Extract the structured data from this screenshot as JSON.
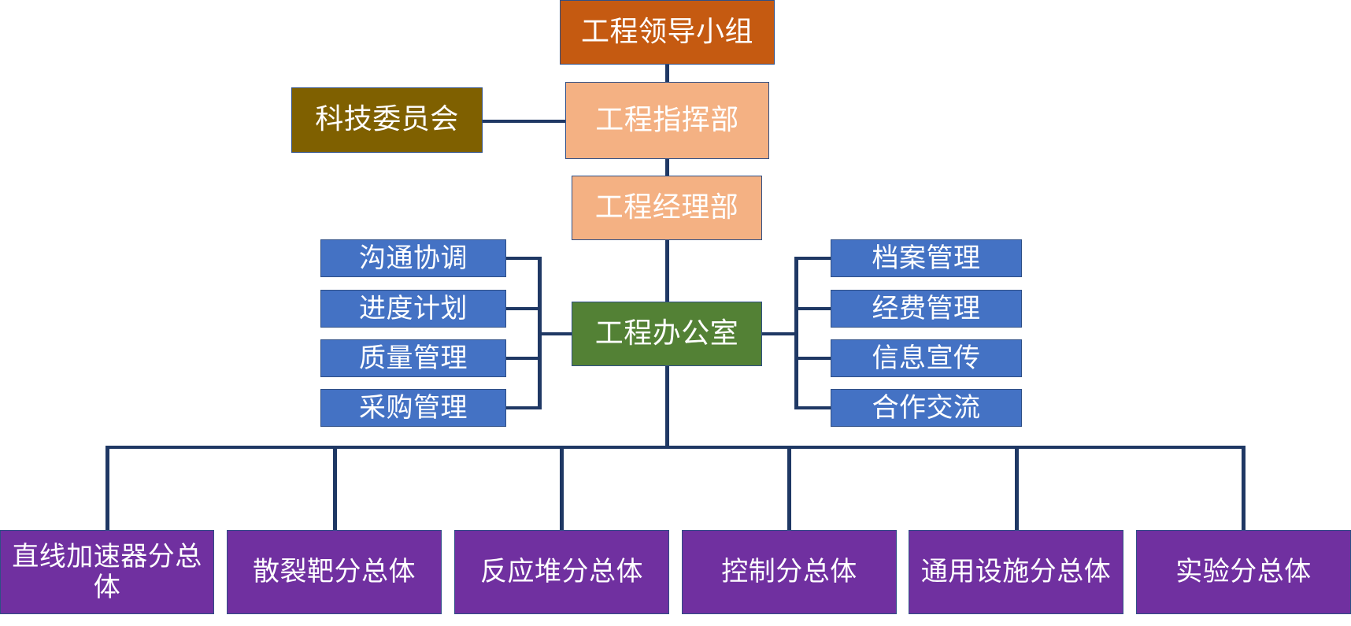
{
  "diagram": {
    "top": {
      "leadership_group": "工程领导小组",
      "command_dept": "工程指挥部",
      "science_committee": "科技委员会",
      "manager_dept": "工程经理部",
      "office": "工程办公室"
    },
    "left_functions": [
      "沟通协调",
      "进度计划",
      "质量管理",
      "采购管理"
    ],
    "right_functions": [
      "档案管理",
      "经费管理",
      "信息宣传",
      "合作交流"
    ],
    "subsystems": [
      "直线加速器分总体",
      "散裂靶分总体",
      "反应堆分总体",
      "控制分总体",
      "通用设施分总体",
      "实验分总体"
    ],
    "colors": {
      "leadership": "#c55a11",
      "command": "#f4b183",
      "science": "#7f6000",
      "office": "#538135",
      "functions": "#4472c4",
      "subsystems": "#7030a0",
      "connector": "#1f3864"
    }
  }
}
